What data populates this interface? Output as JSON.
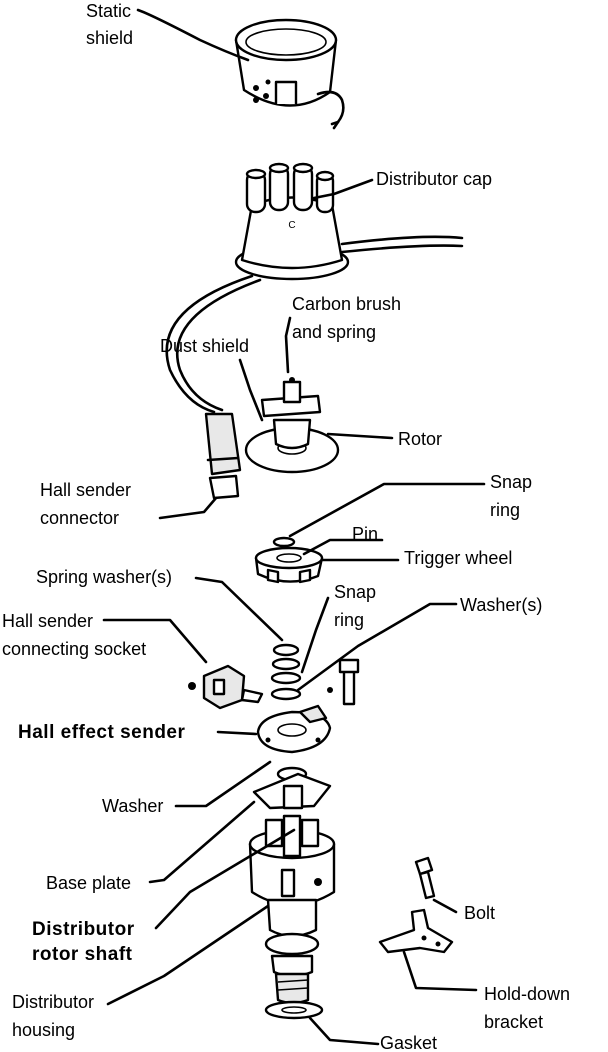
{
  "labels": {
    "static_shield": [
      "Static",
      "shield"
    ],
    "distributor_cap": [
      "Distributor cap"
    ],
    "carbon_brush": [
      "Carbon brush",
      "and spring"
    ],
    "dust_shield": [
      "Dust shield"
    ],
    "rotor": [
      "Rotor"
    ],
    "hall_sender_connector": [
      "Hall sender",
      "connector"
    ],
    "snap_ring_top": [
      "Snap",
      "ring"
    ],
    "pin": [
      "Pin"
    ],
    "trigger_wheel": [
      "Trigger wheel"
    ],
    "spring_washers": [
      "Spring washer(s)"
    ],
    "snap_ring_mid": [
      "Snap",
      "ring"
    ],
    "washers": [
      "Washer(s)"
    ],
    "hall_connecting_socket": [
      "Hall sender",
      "connecting socket"
    ],
    "hall_effect_sender": [
      "Hall effect sender"
    ],
    "washer": [
      "Washer"
    ],
    "base_plate": [
      "Base plate"
    ],
    "distributor_rotor_shaft": [
      "Distributor",
      "rotor shaft"
    ],
    "bolt": [
      "Bolt"
    ],
    "distributor_housing": [
      "Distributor",
      "housing"
    ],
    "hold_down_bracket": [
      "Hold-down",
      "bracket"
    ],
    "gasket": [
      "Gasket"
    ]
  }
}
